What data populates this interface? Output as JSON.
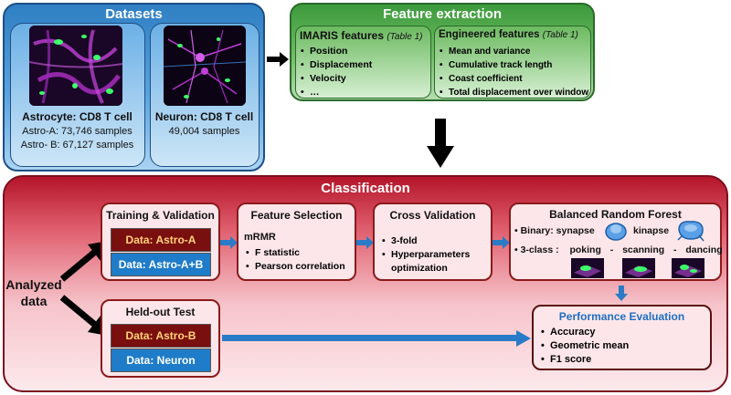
{
  "datasets": {
    "title": "Datasets",
    "astrocyte": {
      "title": "Astrocyte: CD8 T cell",
      "line1": "Astro-A: 73,746 samples",
      "line2": "Astro- B:  67,127 samples"
    },
    "neuron": {
      "title": "Neuron: CD8 T cell",
      "line1": "49,004 samples"
    }
  },
  "feature_extraction": {
    "title": "Feature extraction",
    "imaris": {
      "title": "IMARIS features",
      "ref": "(Table 1)",
      "items": [
        "Position",
        "Displacement",
        "Velocity",
        "…"
      ]
    },
    "engineered": {
      "title": "Engineered features",
      "ref": "(Table 1)",
      "items": [
        "Mean and variance",
        "Cumulative track length",
        "Coast coefficient",
        "Total displacement over window"
      ]
    }
  },
  "classification": {
    "title": "Classification",
    "analyzed_data": "Analyzed data",
    "training": {
      "title": "Training & Validation",
      "chip1": "Data: Astro-A",
      "chip2": "Data: Astro-A+B"
    },
    "feature_selection": {
      "title": "Feature Selection",
      "method": "mRMR",
      "items": [
        "F statistic",
        "Pearson correlation"
      ]
    },
    "cross_validation": {
      "title": "Cross Validation",
      "items": [
        "3-fold",
        "Hyperparameters optimization"
      ]
    },
    "brf": {
      "title": "Balanced Random Forest",
      "binary_label": "Binary: synapse",
      "kinapse": "kinapse",
      "three_class": "3-class :",
      "poking": "poking",
      "dash1": "-",
      "scanning": "scanning",
      "dash2": "-",
      "dancing": "dancing"
    },
    "heldout": {
      "title": "Held-out Test",
      "chip1": "Data: Astro-B",
      "chip2": "Data: Neuron"
    },
    "performance": {
      "title": "Performance Evaluation",
      "items": [
        "Accuracy",
        "Geometric mean",
        "F1 score"
      ]
    }
  },
  "colors": {
    "datasets_blue": "#2f7fc4",
    "feature_green": "#3c9a3c",
    "class_red": "#b4152a",
    "chip_darkred": "#7a0f0f",
    "chip_blue": "#1f7cc8",
    "arrow_blue": "#2a7bc7",
    "perf_title": "#1f6fc0"
  }
}
